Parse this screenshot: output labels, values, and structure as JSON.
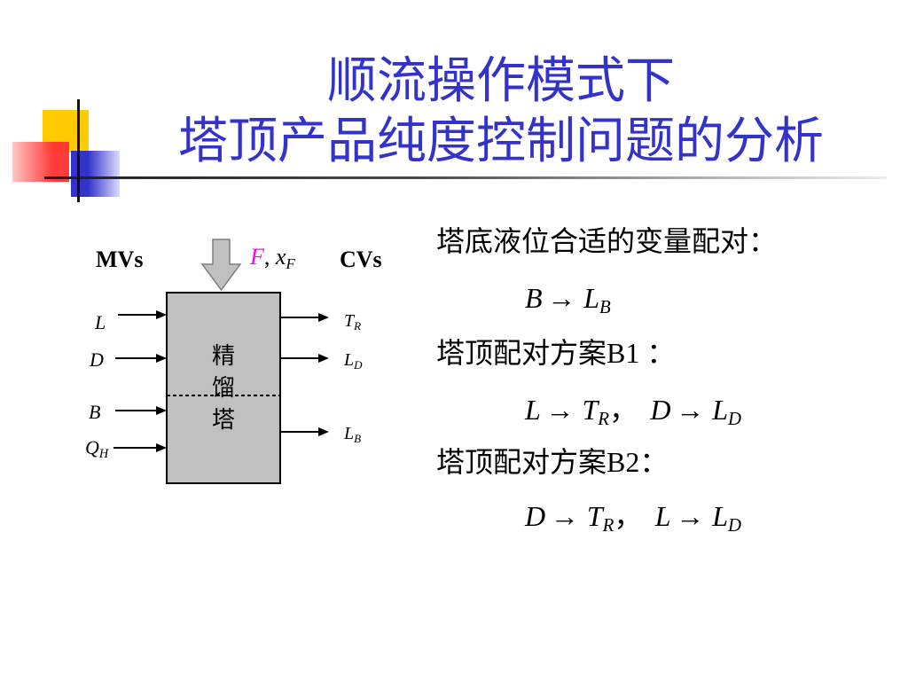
{
  "slide": {
    "title_line1": "顺流操作模式下",
    "title_line2": "塔顶产品纯度控制问题的分析"
  },
  "diagram": {
    "mvs_label": "MVs",
    "cvs_label": "CVs",
    "feed": {
      "flow": "F",
      "sep": ", ",
      "comp": "x",
      "comp_sub": "F"
    },
    "column_label": "精馏塔",
    "inputs": [
      {
        "var": "L"
      },
      {
        "var": "D"
      },
      {
        "var": "B"
      },
      {
        "var": "Q",
        "sub": "H"
      }
    ],
    "outputs": [
      {
        "var": "T",
        "sub": "R"
      },
      {
        "var": "L",
        "sub": "D"
      },
      {
        "var": "L",
        "sub": "B"
      }
    ]
  },
  "pairing": {
    "heading": "塔底液位合适的变量配对：",
    "bottom": {
      "mv": "B",
      "arrow": "→",
      "cv": "L",
      "cv_sub": "B"
    },
    "scheme_b1": {
      "label": "塔顶配对方案B1 ：",
      "pairs": [
        {
          "mv": "L",
          "arrow": "→",
          "cv": "T",
          "cv_sub": "R"
        },
        {
          "mv": "D",
          "arrow": "→",
          "cv": "L",
          "cv_sub": "D"
        }
      ],
      "separator": "，"
    },
    "scheme_b2": {
      "label": "塔顶配对方案B2：",
      "pairs": [
        {
          "mv": "D",
          "arrow": "→",
          "cv": "T",
          "cv_sub": "R"
        },
        {
          "mv": "L",
          "arrow": "→",
          "cv": "L",
          "cv_sub": "D"
        }
      ],
      "separator": "，"
    }
  },
  "colors": {
    "title": "#3333CC",
    "feed_flow": "#FF00FF",
    "column_fill": "#C0C0C0",
    "feed_arrow_fill": "#C0C0C0",
    "feed_arrow_stroke": "#808080",
    "logo_yellow": "#FFCC00",
    "logo_red": "#FF3333",
    "logo_blue": "#3333CC"
  }
}
